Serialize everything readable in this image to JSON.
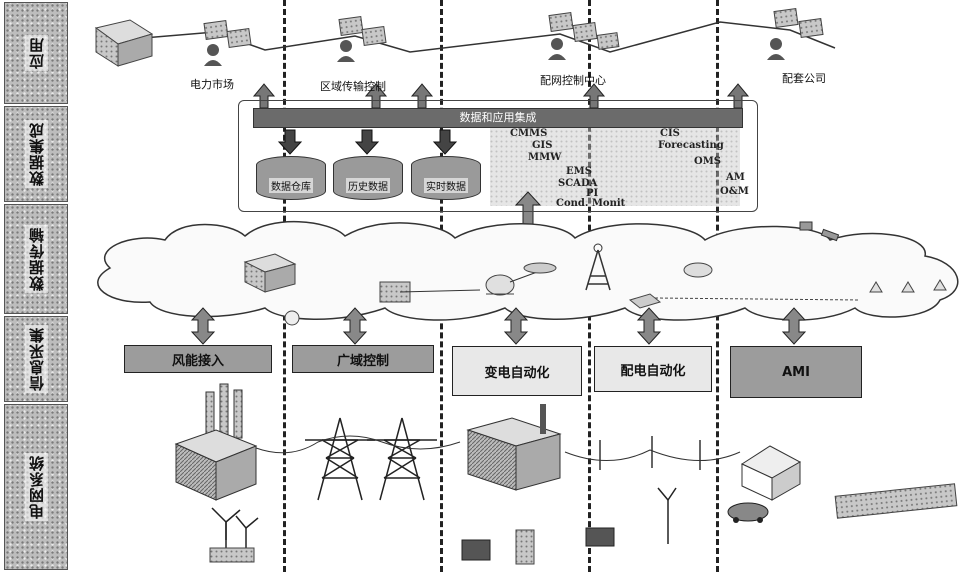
{
  "layers": [
    "应用",
    "数据集成",
    "数据传输",
    "信息采集",
    "电网系统"
  ],
  "apps": [
    "电力市场",
    "区域传输控制",
    "配网控制中心",
    "配套公司"
  ],
  "platform_bar": "数据和应用集成",
  "databases": [
    "数据仓库",
    "历史数据",
    "实时数据"
  ],
  "systems": [
    "CMMS",
    "GIS",
    "MMW",
    "EMS",
    "SCADA",
    "PI",
    "Cond. Monit",
    "CIS",
    "Forecasting",
    "OMS",
    "AM",
    "O&M"
  ],
  "collect_boxes": [
    "风能接入",
    "广域控制",
    "变电自动化",
    "配电自动化",
    "AMI"
  ]
}
